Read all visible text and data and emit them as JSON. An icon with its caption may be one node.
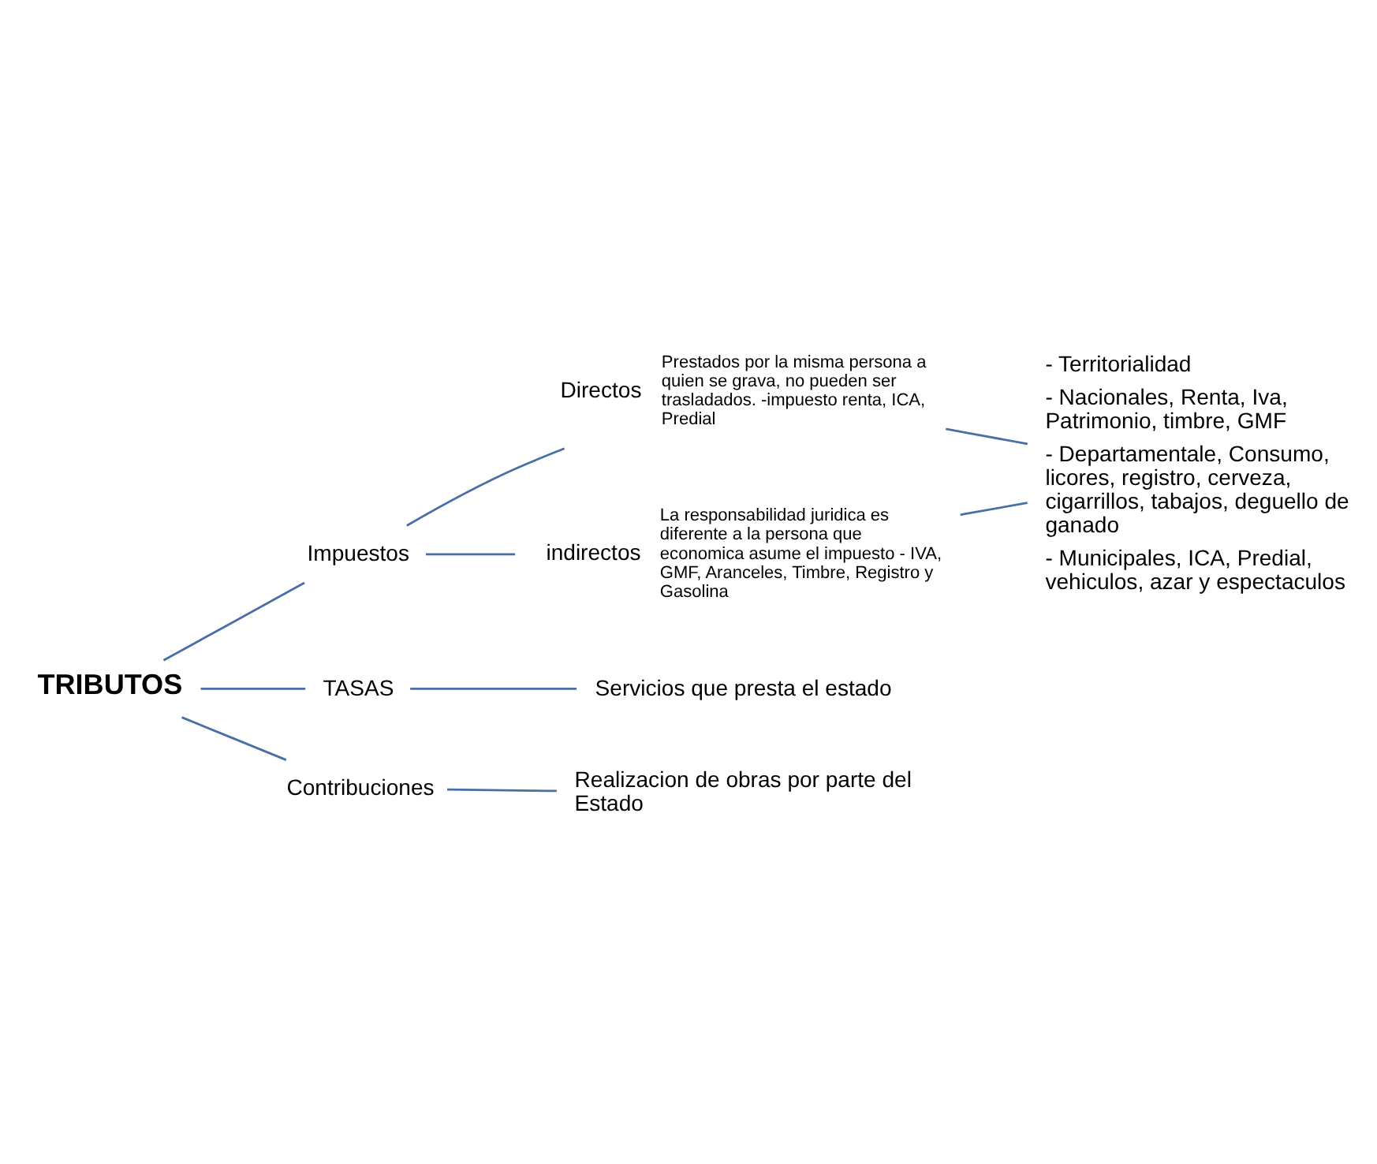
{
  "diagram": {
    "nodes": [
      {
        "text": [
          "TRIBUTOS"
        ]
      },
      {
        "text": [
          "Impuestos"
        ]
      },
      {
        "text": [
          "TASAS"
        ]
      },
      {
        "text": [
          "Contribuciones"
        ]
      },
      {
        "text": [
          "Directos"
        ],
        "beside": [
          "Prestados por la misma persona a quien se grava, no pueden ser trasladados. -impuesto renta, ICA, Predial"
        ]
      },
      {
        "text": [
          "indirectos"
        ],
        "beside": [
          "La responsabilidad juridica es diferente a la persona que economica asume el impuesto - IVA, GMF, Aranceles, Timbre, Registro y Gasolina"
        ]
      },
      {
        "text": [
          "- Territorialidad",
          "- Nacionales, Renta, Iva, Patrimonio, timbre, GMF",
          "- Departamentale, Consumo, licores, registro, cerveza, cigarrillos, tabajos, deguello de ganado",
          "- Municipales, ICA, Predial, vehiculos, azar y espectaculos"
        ]
      },
      {
        "text": [
          "Servicios que presta el estado"
        ]
      },
      {
        "text": [
          "Realizacion de obras por parte del Estado"
        ]
      }
    ],
    "edges": [
      {
        "from": 0,
        "to": 1,
        "arrow": "none"
      },
      {
        "from": 0,
        "to": 2,
        "arrow": "none"
      },
      {
        "from": 0,
        "to": 3,
        "arrow": "none"
      },
      {
        "from": 1,
        "to": 4,
        "arrow": "none"
      },
      {
        "from": 1,
        "to": 5,
        "arrow": "none"
      },
      {
        "from": 4,
        "to": 6,
        "arrow": "none"
      },
      {
        "from": 5,
        "to": 6,
        "arrow": "none"
      },
      {
        "from": 2,
        "to": 7,
        "arrow": "none"
      },
      {
        "from": 3,
        "to": 8,
        "arrow": "none"
      }
    ]
  }
}
